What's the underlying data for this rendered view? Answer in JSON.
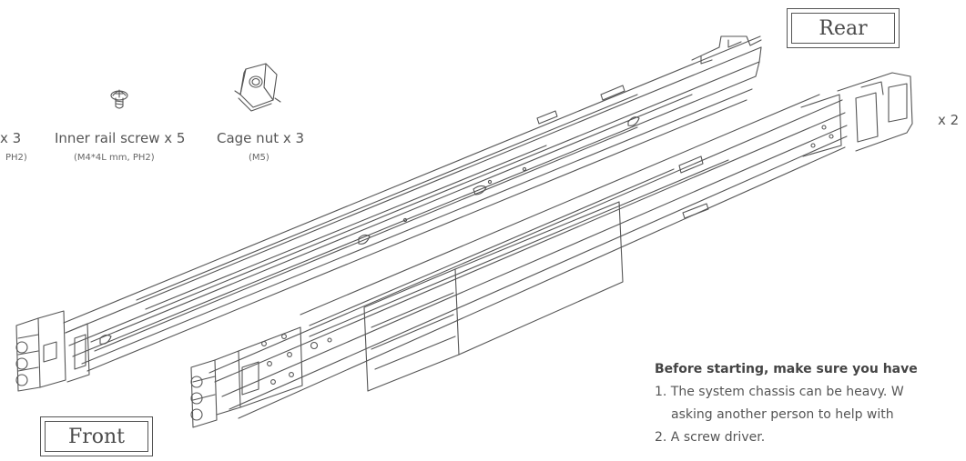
{
  "parts": {
    "cut_part_name": "x 3",
    "cut_part_spec": "PH2)",
    "inner_rail_screw": {
      "name": "Inner rail screw x 5",
      "spec": "(M4*4L mm, PH2)",
      "icon": "screw-icon"
    },
    "cage_nut": {
      "name": "Cage nut x 3",
      "spec": "(M5)",
      "icon": "cage-nut-icon"
    }
  },
  "labels": {
    "rear": "Rear",
    "front": "Front",
    "rail_quantity": "x 2"
  },
  "notes": {
    "heading": "Before starting, make sure you have",
    "item1_line1": "1. The system chassis can be heavy. W",
    "item1_line2": "asking another person to help with",
    "item2": "2. A screw driver."
  },
  "colors": {
    "line": "#555555",
    "text": "#555555",
    "background": "#ffffff"
  }
}
